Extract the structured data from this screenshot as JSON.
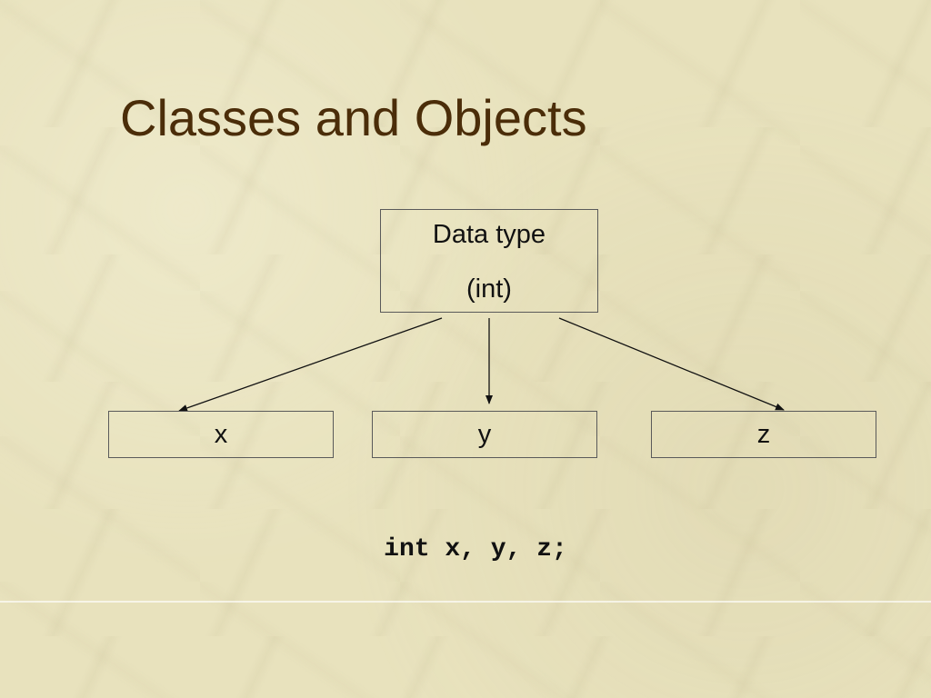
{
  "slide": {
    "title": "Classes and Objects"
  },
  "diagram": {
    "type_box": {
      "line1": "Data type",
      "line2": "(int)"
    },
    "variables": [
      "x",
      "y",
      "z"
    ]
  },
  "code": {
    "text": "int x, y, z;"
  },
  "colors": {
    "background": "#e8e2bd",
    "title": "#4b2d09",
    "text": "#111111",
    "border": "#5a5a5a"
  }
}
